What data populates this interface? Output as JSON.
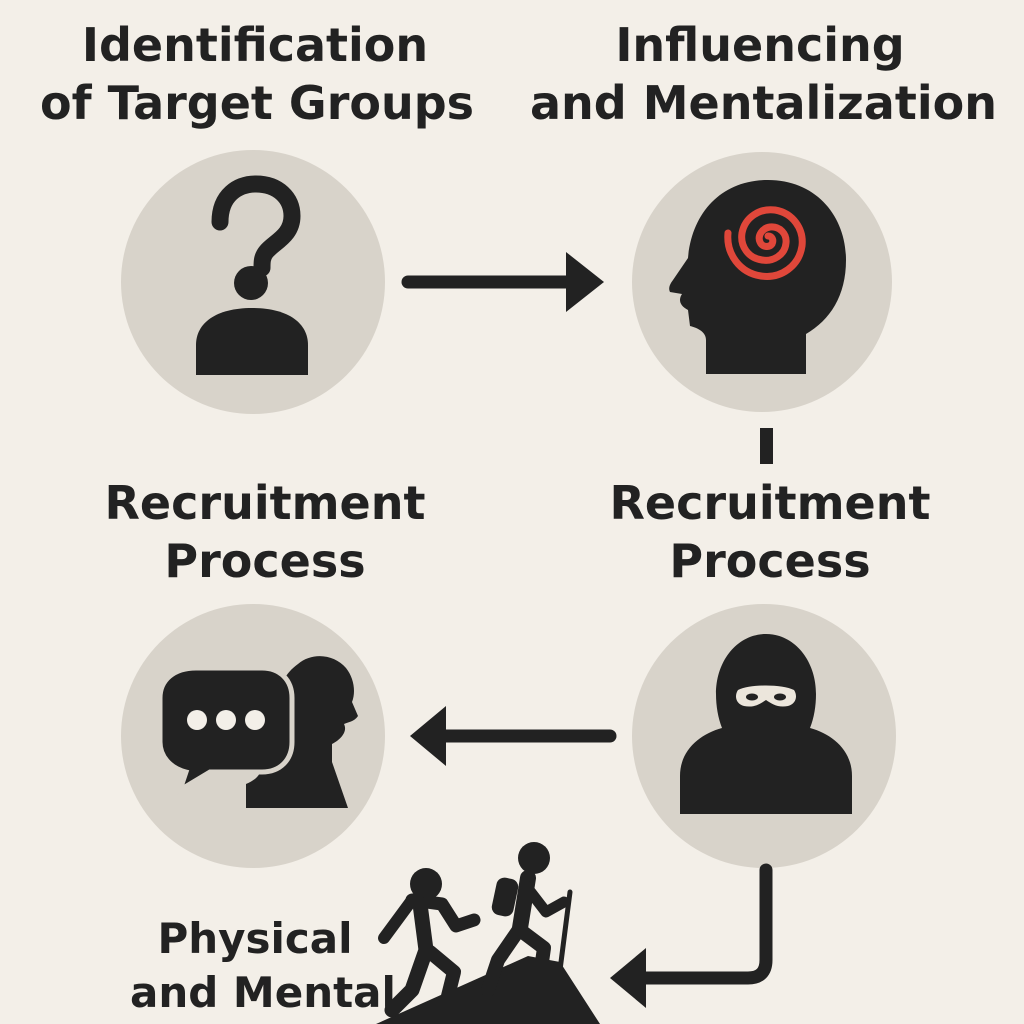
{
  "steps": [
    {
      "lines": [
        "Identification",
        "of Target Groups"
      ]
    },
    {
      "lines": [
        "Influencing",
        "and Mentalization"
      ]
    },
    {
      "lines": [
        "Recruitment",
        "Process"
      ]
    },
    {
      "lines": [
        "Recruitment",
        "Process"
      ]
    },
    {
      "lines": [
        "Physical",
        "and Mental"
      ]
    }
  ],
  "icons": [
    "person-question-icon",
    "head-spiral-icon",
    "chat-bubble-head-icon",
    "masked-hooded-figure-icon",
    "hikers-climbing-mountain-icon"
  ],
  "colors": {
    "background": "#f3efe8",
    "circle": "#d8d3ca",
    "ink": "#222222",
    "accent": "#e0473a"
  }
}
